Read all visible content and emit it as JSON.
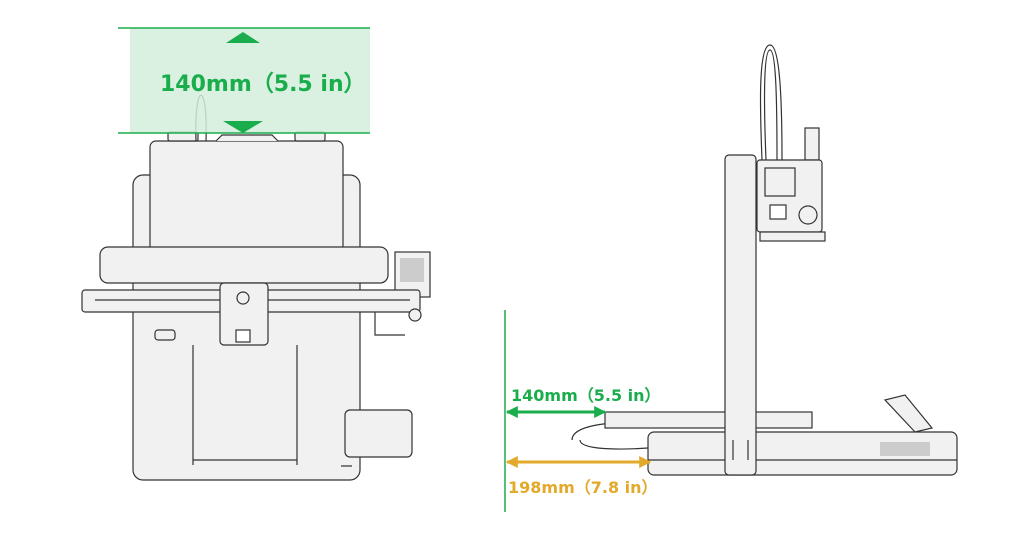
{
  "top_view": {
    "clearance_label": "140mm（5.5 in）"
  },
  "side_view": {
    "front_clearance_label": "140mm（5.5 in）",
    "total_offset_label": "198mm（7.8 in）"
  },
  "colors": {
    "green": "#1aad4b",
    "green_fill": "#d3efdc",
    "gold": "#e2a92a",
    "outline": "#333333",
    "body": "#f1f1f1"
  }
}
